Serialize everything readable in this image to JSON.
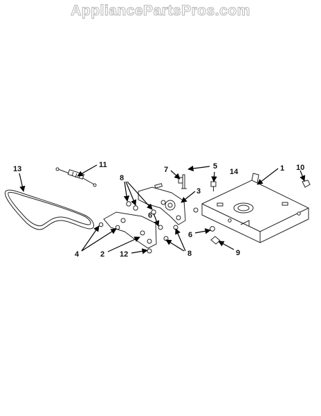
{
  "watermark": {
    "text": "AppliancePartsPros.com"
  },
  "callouts": {
    "c1": "1",
    "c2": "2",
    "c3": "3",
    "c4": "4",
    "c5": "5",
    "c6a": "6",
    "c6b": "6",
    "c7": "7",
    "c8a": "8",
    "c8b": "8",
    "c9": "9",
    "c10": "10",
    "c11": "11",
    "c12": "12",
    "c13": "13",
    "c14": "14"
  }
}
